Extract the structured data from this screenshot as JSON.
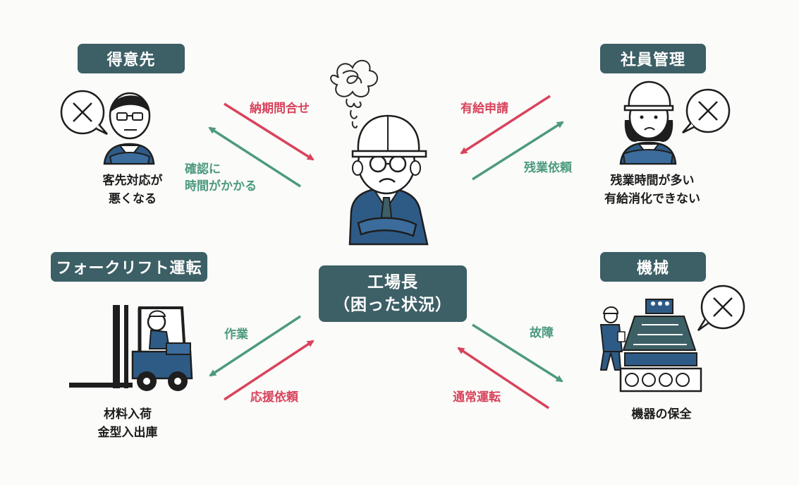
{
  "center": {
    "line1": "工場長",
    "line2": "（困った状況）"
  },
  "nodes": {
    "customer": {
      "tag": "得意先",
      "caption1": "客先対応が",
      "caption2": "悪くなる"
    },
    "staff": {
      "tag": "社員管理",
      "caption1": "残業時間が多い",
      "caption2": "有給消化できない"
    },
    "forklift": {
      "tag": "フォークリフト運転",
      "caption1": "材料入荷",
      "caption2": "金型入出庫"
    },
    "machine": {
      "tag": "機械",
      "caption1": "機器の保全"
    }
  },
  "arrows": {
    "customer_in": "納期問合せ",
    "customer_out1": "確認に",
    "customer_out2": "時間がかかる",
    "staff_in": "有給申請",
    "staff_out": "残業依頼",
    "forklift_out": "作業",
    "forklift_in": "応援依頼",
    "machine_out": "故障",
    "machine_in": "通常運転"
  },
  "colors": {
    "box": "#3d5f66",
    "red": "#d8435c",
    "green": "#4d9a80",
    "navy": "#2e5b86"
  },
  "icons": [
    "worry-scribble-icon",
    "manager-icon",
    "customer-person-icon",
    "staff-person-icon",
    "forklift-icon",
    "machine-icon",
    "cross-bubble-icon"
  ]
}
